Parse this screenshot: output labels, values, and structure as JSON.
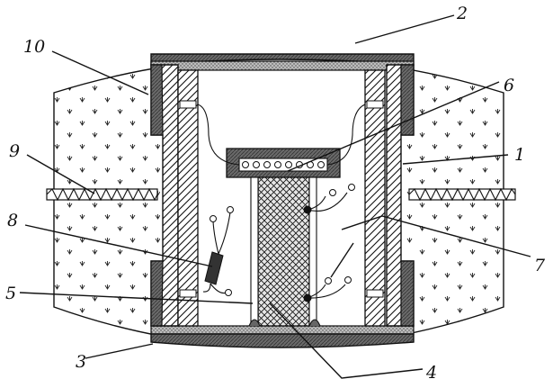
{
  "labels": {
    "l1": "1",
    "l2": "2",
    "l3": "3",
    "l4": "4",
    "l5": "5",
    "l6": "6",
    "l7": "7",
    "l8": "8",
    "l9": "9",
    "l10": "10"
  },
  "colors": {
    "line": "#111111",
    "background": "#ffffff",
    "dark_cap": "#555555",
    "cover": "#cfcfcf"
  }
}
